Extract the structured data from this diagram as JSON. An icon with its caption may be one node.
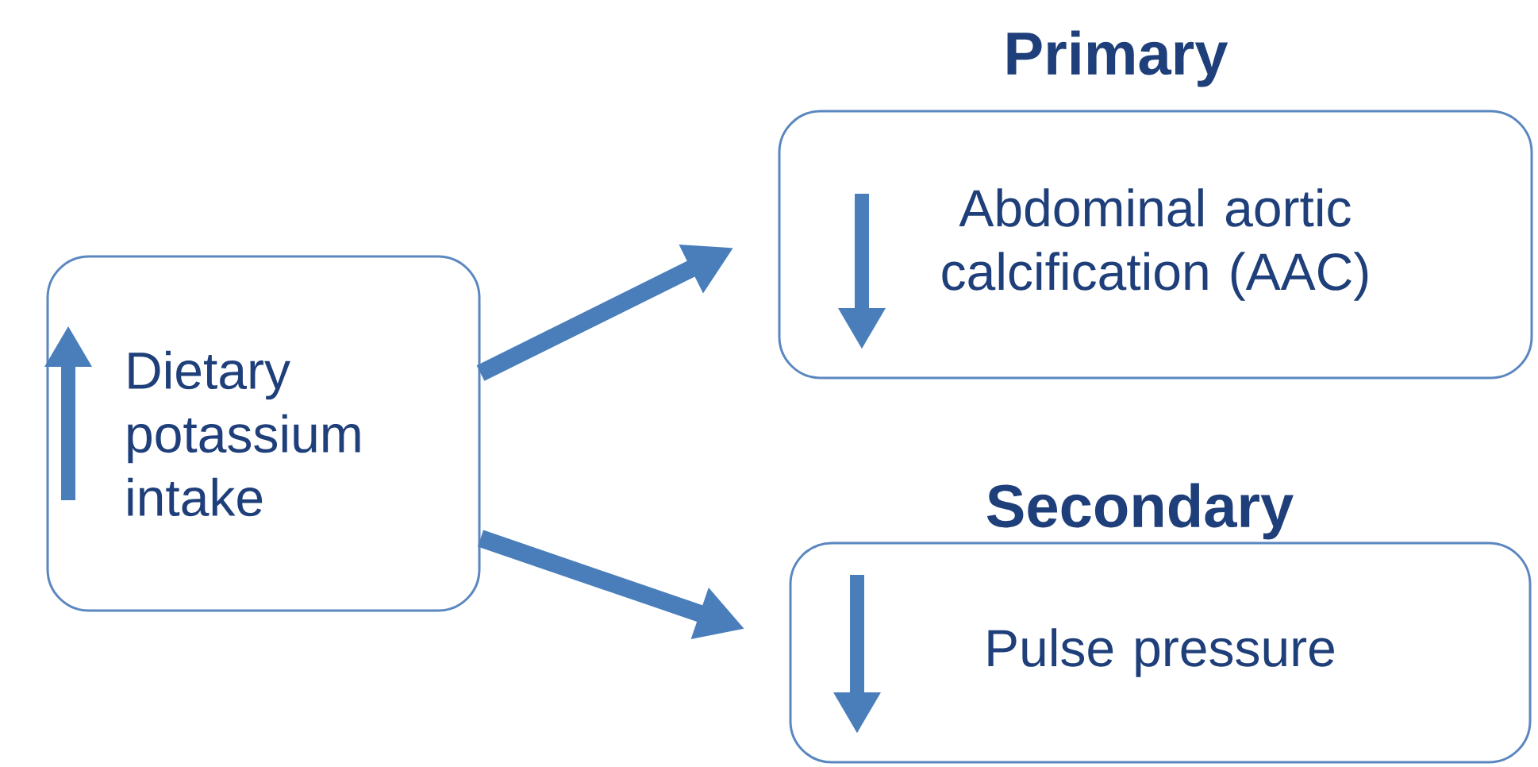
{
  "diagram": {
    "nodes": [
      {
        "text": [
          "Dietary potassium intake"
        ]
      },
      {
        "text": [
          "Primary",
          "Abdominal aortic calcification (AAC)"
        ]
      },
      {
        "text": [
          "Secondary",
          "Pulse pressure"
        ]
      }
    ],
    "edges": [
      {
        "from": 0,
        "to": 1,
        "arrow": "to"
      },
      {
        "from": 0,
        "to": 2,
        "arrow": "to"
      }
    ]
  }
}
